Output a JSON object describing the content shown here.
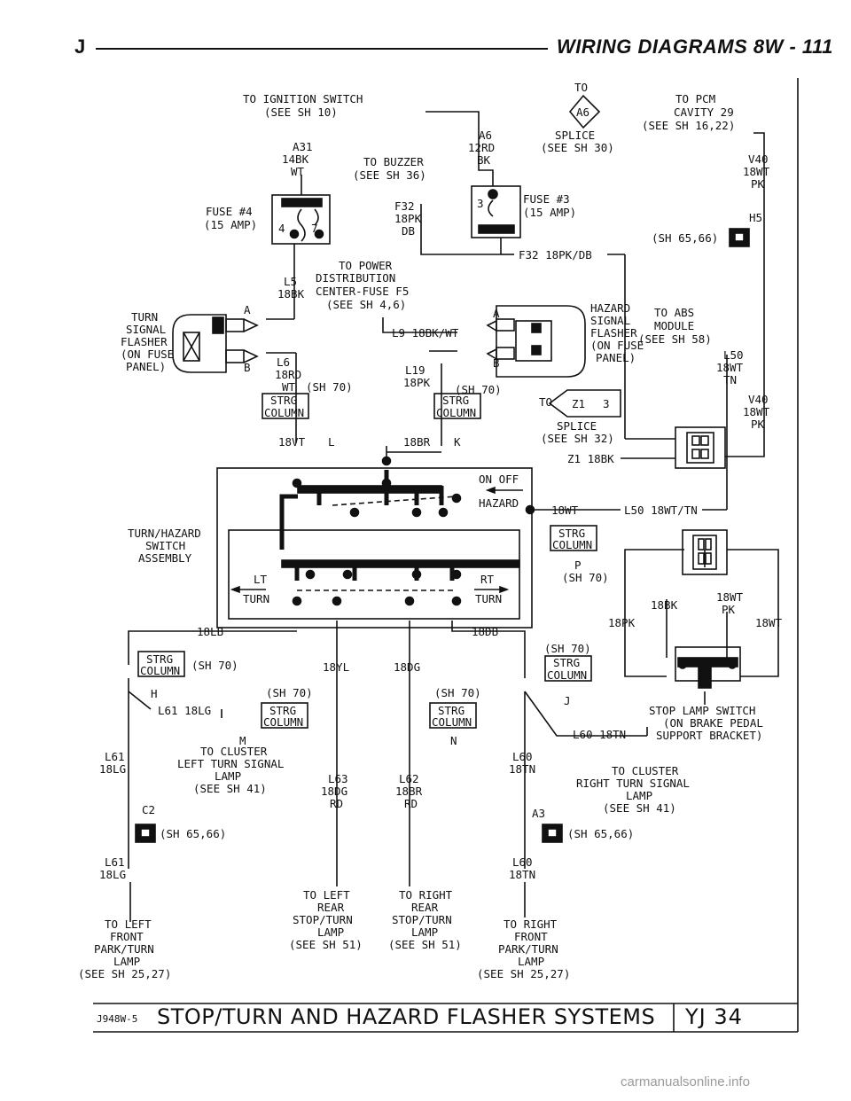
{
  "header": {
    "section_letter": "J",
    "title": "WIRING DIAGRAMS  8W - 111"
  },
  "footer": {
    "code": "J948W-5",
    "title": "STOP/TURN AND HAZARD FLASHER SYSTEMS",
    "page_id": "YJ 34"
  },
  "watermark": "carmanualsonline.info",
  "labels": {
    "ign1": "TO IGNITION SWITCH",
    "ign2": "(SEE SH 10)",
    "a31": "A31",
    "a31w": "14BK",
    "a31c": "WT",
    "fuse4a": "FUSE #4",
    "fuse4b": "(15 AMP)",
    "pin4": "4",
    "pin7": "7",
    "l5a": "L5",
    "l5b": "18BK",
    "buzz1": "TO BUZZER",
    "buzz2": "(SEE SH 36)",
    "f32": "F32",
    "f32w": "18PK",
    "f32c": "DB",
    "to": "TO",
    "a6tag": "A6",
    "a6": "A6",
    "a6w": "12RD",
    "a6c": "BK",
    "splice1": "SPLICE",
    "splice2": "(SEE SH 30)",
    "fuse3a": "FUSE #3",
    "fuse3b": "(15 AMP)",
    "pin3": "3",
    "f32wire": "F32 18PK/DB",
    "pcm1": "TO PCM",
    "pcm2": "CAVITY 29",
    "pcm3": "(SEE SH 16,22)",
    "v40a": "V40",
    "v40b": "18WT",
    "v40c": "PK",
    "h5": "H5",
    "sh6566": "(SH 65,66)",
    "pd1": "TO POWER",
    "pd2": "DISTRIBUTION",
    "pd3": "CENTER-FUSE F5",
    "pd4": "(SEE SH 4,6)",
    "tsf1": "TURN",
    "tsf2": "SIGNAL",
    "tsf3": "FLASHER",
    "tsf4": "(ON FUSE",
    "tsf5": "PANEL)",
    "pinA": "A",
    "pinB": "B",
    "l9": "L9 18BK/WT",
    "haz1": "HAZARD",
    "haz2": "SIGNAL",
    "haz3": "FLASHER",
    "haz4": "(ON FUSE",
    "haz5": "PANEL)",
    "abs1": "TO ABS",
    "abs2": "MODULE",
    "abs3": "(SEE SH 58)",
    "l50a": "L50",
    "l50b": "18WT",
    "l50c": "TN",
    "l6a": "L6",
    "l6b": "18RD",
    "l6c": "WT",
    "sh70": "(SH 70)",
    "l19a": "L19",
    "l19b": "18PK",
    "strg": "STRG",
    "column": "COLUMN",
    "z1tag": "Z1",
    "z1num": "3",
    "splice3": "SPLICE",
    "splice4": "(SEE SH 32)",
    "v40d": "V40",
    "v40e": "18WT",
    "v40f": "PK",
    "vt18": "18VT",
    "pinL": "L",
    "br18": "18BR",
    "pinK": "K",
    "z1": "Z1 18BK",
    "onoff": "ON  OFF",
    "hazard": "HAZARD",
    "l50wire": "18WT",
    "l50wire2": "L50 18WT/TN",
    "ths1": "TURN/HAZARD",
    "ths2": "SWITCH",
    "ths3": "ASSEMBLY",
    "pinP": "P",
    "lt": "LT",
    "turnL": "TURN",
    "rt": "RT",
    "turnR": "TURN",
    "bk18": "18BK",
    "wtpk1": "18WT",
    "wtpk2": "PK",
    "pk18": "18PK",
    "wt18": "18WT",
    "lb18": "18LB",
    "db18": "18DB",
    "yl18": "18YL",
    "dg18": "18DG",
    "pinH": "H",
    "pinJ": "J",
    "l61lg": "L61 18LG",
    "pinM": "M",
    "pinN": "N",
    "sls1": "STOP LAMP SWITCH",
    "sls2": "(ON BRAKE PEDAL",
    "sls3": "SUPPORT BRACKET)",
    "l60tn": "L60 18TN",
    "tcl1": "TO CLUSTER",
    "tcl2": "LEFT TURN SIGNAL",
    "tcl3": "LAMP",
    "tcl4": "(SEE SH 41)",
    "l61a": "L61",
    "l61b": "18LG",
    "l63a": "L63",
    "l63b": "18DG",
    "l63c": "RD",
    "l62a": "L62",
    "l62b": "18BR",
    "l62c": "RD",
    "l60a": "L60",
    "l60b": "18TN",
    "tcr1": "TO CLUSTER",
    "tcr2": "RIGHT TURN SIGNAL",
    "tcr3": "LAMP",
    "tcr4": "(SEE SH 41)",
    "c2": "C2",
    "a3": "A3",
    "l61c": "L61",
    "l61d": "18LG",
    "l60c": "L60",
    "l60d": "18TN",
    "tlr1": "TO LEFT",
    "tlr2": "REAR",
    "tlr3": "STOP/TURN",
    "tlr4": "LAMP",
    "tlr5": "(SEE SH 51)",
    "trr1": "TO RIGHT",
    "trr2": "REAR",
    "trr3": "STOP/TURN",
    "trr4": "LAMP",
    "trr5": "(SEE SH 51)",
    "tlf1": "TO LEFT",
    "tlf2": "FRONT",
    "tlf3": "PARK/TURN",
    "tlf4": "LAMP",
    "tlf5": "(SEE SH 25,27)",
    "trf1": "TO RIGHT",
    "trf2": "FRONT",
    "trf3": "PARK/TURN",
    "trf4": "LAMP",
    "trf5": "(SEE SH 25,27)"
  }
}
